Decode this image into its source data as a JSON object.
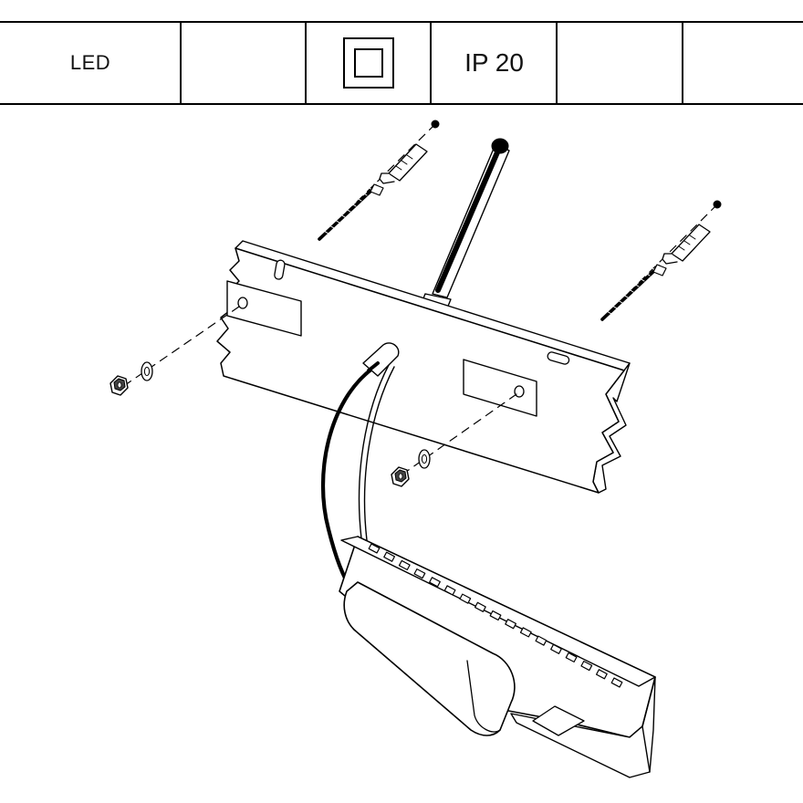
{
  "spec_table": {
    "light_source": "LED",
    "cell_2": "",
    "protection_class_symbol": "class-2-double-square-icon",
    "ip_rating": "IP 20",
    "cell_5": "",
    "cell_6": ""
  },
  "diagram": {
    "parts": [
      "wall-bracket-plate",
      "wall-plug",
      "mounting-screw",
      "hex-nut",
      "washer",
      "support-rod",
      "power-cable",
      "led-light-bar"
    ],
    "led_count": 17,
    "colors": {
      "line": "#000000",
      "background": "#ffffff"
    }
  }
}
